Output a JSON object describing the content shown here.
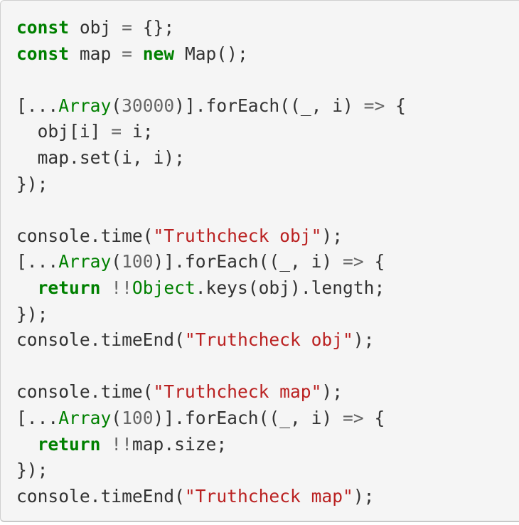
{
  "colors": {
    "background": "#f5f5f5",
    "keyword": "#008000",
    "builtin": "#008000",
    "number": "#666666",
    "operator": "#666666",
    "string": "#ba2121",
    "text": "#333333"
  },
  "code": {
    "language": "javascript",
    "lines": [
      [
        {
          "t": "kw",
          "v": "const"
        },
        {
          "t": "p",
          "v": " obj "
        },
        {
          "t": "op",
          "v": "="
        },
        {
          "t": "p",
          "v": " {};"
        }
      ],
      [
        {
          "t": "kw",
          "v": "const"
        },
        {
          "t": "p",
          "v": " map "
        },
        {
          "t": "op",
          "v": "="
        },
        {
          "t": "p",
          "v": " "
        },
        {
          "t": "kw",
          "v": "new"
        },
        {
          "t": "p",
          "v": " Map();"
        }
      ],
      [],
      [
        {
          "t": "p",
          "v": "[..."
        },
        {
          "t": "bi",
          "v": "Array"
        },
        {
          "t": "p",
          "v": "("
        },
        {
          "t": "num",
          "v": "30000"
        },
        {
          "t": "p",
          "v": ")].forEach((_, i) "
        },
        {
          "t": "op",
          "v": "=>"
        },
        {
          "t": "p",
          "v": " {"
        }
      ],
      [
        {
          "t": "p",
          "v": "  obj[i] "
        },
        {
          "t": "op",
          "v": "="
        },
        {
          "t": "p",
          "v": " i;"
        }
      ],
      [
        {
          "t": "p",
          "v": "  map.set(i, i);"
        }
      ],
      [
        {
          "t": "p",
          "v": "});"
        }
      ],
      [],
      [
        {
          "t": "p",
          "v": "console.time("
        },
        {
          "t": "str",
          "v": "\"Truthcheck obj\""
        },
        {
          "t": "p",
          "v": ");"
        }
      ],
      [
        {
          "t": "p",
          "v": "[..."
        },
        {
          "t": "bi",
          "v": "Array"
        },
        {
          "t": "p",
          "v": "("
        },
        {
          "t": "num",
          "v": "100"
        },
        {
          "t": "p",
          "v": ")].forEach((_, i) "
        },
        {
          "t": "op",
          "v": "=>"
        },
        {
          "t": "p",
          "v": " {"
        }
      ],
      [
        {
          "t": "p",
          "v": "  "
        },
        {
          "t": "kw",
          "v": "return"
        },
        {
          "t": "p",
          "v": " "
        },
        {
          "t": "op",
          "v": "!!"
        },
        {
          "t": "bi",
          "v": "Object"
        },
        {
          "t": "p",
          "v": ".keys(obj).length;"
        }
      ],
      [
        {
          "t": "p",
          "v": "});"
        }
      ],
      [
        {
          "t": "p",
          "v": "console.timeEnd("
        },
        {
          "t": "str",
          "v": "\"Truthcheck obj\""
        },
        {
          "t": "p",
          "v": ");"
        }
      ],
      [],
      [
        {
          "t": "p",
          "v": "console.time("
        },
        {
          "t": "str",
          "v": "\"Truthcheck map\""
        },
        {
          "t": "p",
          "v": ");"
        }
      ],
      [
        {
          "t": "p",
          "v": "[..."
        },
        {
          "t": "bi",
          "v": "Array"
        },
        {
          "t": "p",
          "v": "("
        },
        {
          "t": "num",
          "v": "100"
        },
        {
          "t": "p",
          "v": ")].forEach((_, i) "
        },
        {
          "t": "op",
          "v": "=>"
        },
        {
          "t": "p",
          "v": " {"
        }
      ],
      [
        {
          "t": "p",
          "v": "  "
        },
        {
          "t": "kw",
          "v": "return"
        },
        {
          "t": "p",
          "v": " "
        },
        {
          "t": "op",
          "v": "!!"
        },
        {
          "t": "p",
          "v": "map.size;"
        }
      ],
      [
        {
          "t": "p",
          "v": "});"
        }
      ],
      [
        {
          "t": "p",
          "v": "console.timeEnd("
        },
        {
          "t": "str",
          "v": "\"Truthcheck map\""
        },
        {
          "t": "p",
          "v": ");"
        }
      ]
    ]
  }
}
